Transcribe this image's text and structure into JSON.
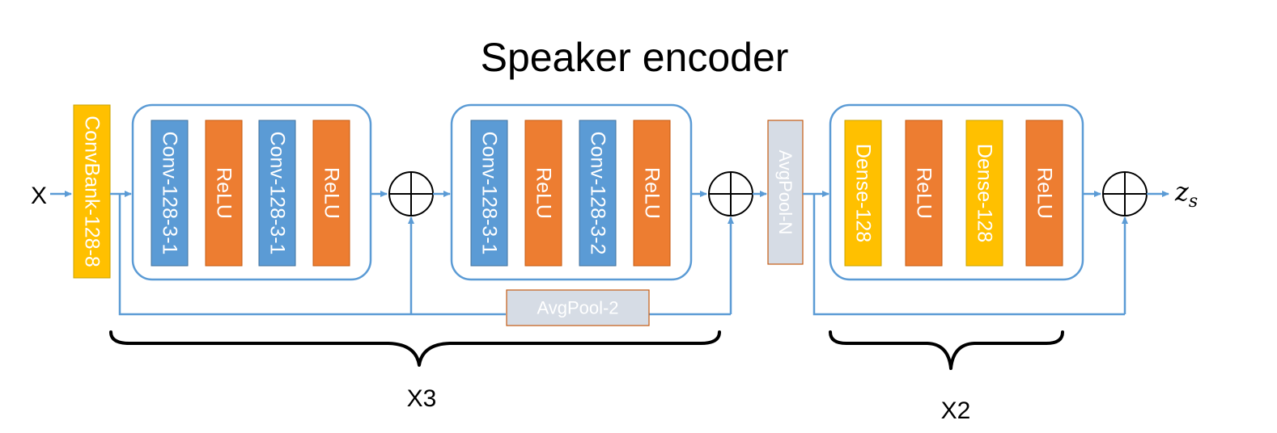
{
  "title": "Speaker encoder",
  "input_label": "X",
  "output_label": {
    "main": "z",
    "sub": "s"
  },
  "convbank": {
    "label": "ConvBank-128-8",
    "color": "#ffc000"
  },
  "group1": [
    {
      "label": "Conv-128-3-1",
      "color": "#5b9bd5"
    },
    {
      "label": "ReLU",
      "color": "#ed7d31"
    },
    {
      "label": "Conv-128-3-1",
      "color": "#5b9bd5"
    },
    {
      "label": "ReLU",
      "color": "#ed7d31"
    }
  ],
  "group2": [
    {
      "label": "Conv-128-3-1",
      "color": "#5b9bd5"
    },
    {
      "label": "ReLU",
      "color": "#ed7d31"
    },
    {
      "label": "Conv-128-3-2",
      "color": "#5b9bd5"
    },
    {
      "label": "ReLU",
      "color": "#ed7d31"
    }
  ],
  "avgpool_n": {
    "label": "AvgPool-N",
    "color": "#d6dce5"
  },
  "avgpool_2": {
    "label": "AvgPool-2",
    "color": "#d6dce5"
  },
  "group3": [
    {
      "label": "Dense-128",
      "color": "#ffc000"
    },
    {
      "label": "ReLU",
      "color": "#ed7d31"
    },
    {
      "label": "Dense-128",
      "color": "#ffc000"
    },
    {
      "label": "ReLU",
      "color": "#ed7d31"
    }
  ],
  "repeat_labels": {
    "left": "X3",
    "right": "X2"
  }
}
